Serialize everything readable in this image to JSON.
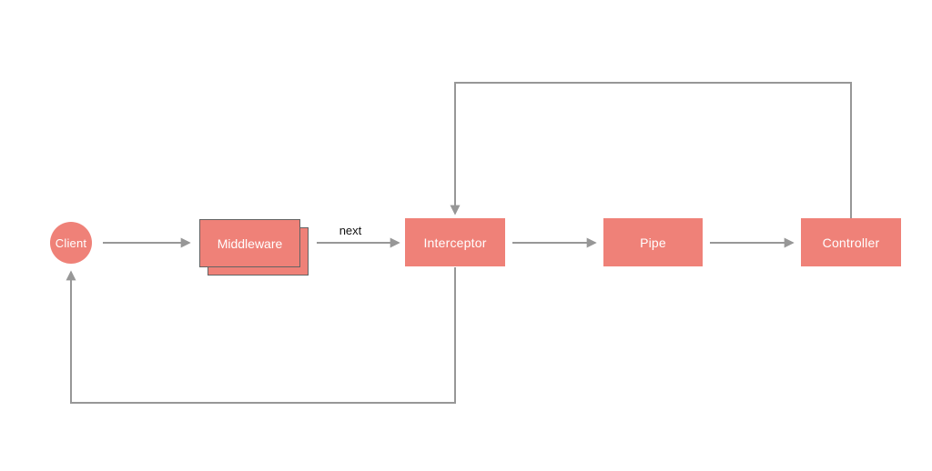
{
  "diagram": {
    "colors": {
      "node_fill": "#EF8178",
      "node_text": "#ffffff",
      "middleware_border": "#636363",
      "line": "#979797",
      "edge_label_color": "#111111",
      "canvas_bg": "#ffffff"
    },
    "nodes": {
      "client": {
        "label": "Client",
        "shape": "circle"
      },
      "middleware": {
        "label": "Middleware",
        "shape": "stacked-rect"
      },
      "interceptor": {
        "label": "Interceptor",
        "shape": "rect"
      },
      "pipe": {
        "label": "Pipe",
        "shape": "rect"
      },
      "controller": {
        "label": "Controller",
        "shape": "rect"
      }
    },
    "edges": [
      {
        "from": "client",
        "to": "middleware",
        "label": ""
      },
      {
        "from": "middleware",
        "to": "interceptor",
        "label": "next"
      },
      {
        "from": "interceptor",
        "to": "pipe",
        "label": ""
      },
      {
        "from": "pipe",
        "to": "controller",
        "label": ""
      },
      {
        "from": "controller",
        "to": "interceptor",
        "label": ""
      },
      {
        "from": "interceptor",
        "to": "client",
        "label": ""
      }
    ]
  }
}
